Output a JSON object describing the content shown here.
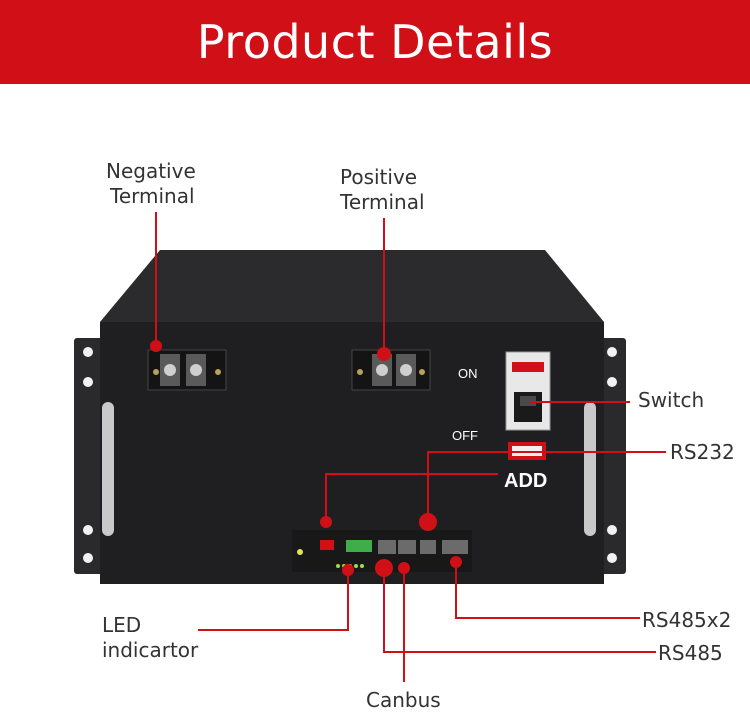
{
  "banner": {
    "title": "Product Details",
    "color": "#d10f16"
  },
  "callouts": {
    "negative_terminal": [
      "Negative",
      "Terminal"
    ],
    "positive_terminal": [
      "Positive",
      "Terminal"
    ],
    "switch": "Switch",
    "rs232": "RS232",
    "add": "ADD",
    "led_indicator": [
      "LED",
      "indicartor"
    ],
    "rs485x2": "RS485x2",
    "rs485": "RS485",
    "canbus": "Canbus"
  },
  "panel": {
    "on_label": "ON",
    "off_label": "OFF"
  },
  "colors": {
    "accent": "#d10f16",
    "battery": "#1f1f21",
    "text": "#333333"
  }
}
